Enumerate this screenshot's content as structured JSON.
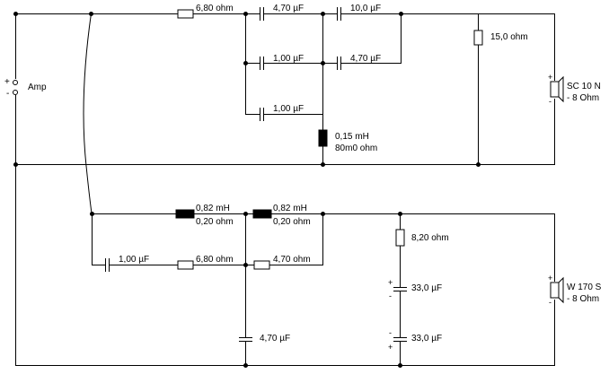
{
  "source": {
    "name": "Amp",
    "plus": "+",
    "minus": "-"
  },
  "tweeter_section": {
    "series_resistor": "6,80 ohm",
    "cap_top_1": "4,70 µF",
    "cap_top_2": "10,0 µF",
    "cap_mid_1": "1,00 µF",
    "cap_mid_2": "4,70 µF",
    "cap_low": "1,00 µF",
    "shunt_resistor": "15,0 ohm",
    "inductor_value": "0,15 mH",
    "inductor_resistance": "80m0 ohm",
    "speaker_name": "SC 10 N",
    "speaker_impedance": "- 8 Ohm"
  },
  "woofer_section": {
    "inductor1_value": "0,82 mH",
    "inductor1_resistance": "0,20 ohm",
    "inductor2_value": "0,82 mH",
    "inductor2_resistance": "0,20 ohm",
    "cap_series": "1,00 µF",
    "resistor_1": "6,80 ohm",
    "resistor_2": "4,70 ohm",
    "cap_shunt": "4,70 µF",
    "notch_resistor": "8,20 ohm",
    "notch_cap_1": "33,0 µF",
    "notch_cap_2": "33,0 µF",
    "polarity_plus": "+",
    "polarity_minus": "-",
    "speaker_name": "W 170 S",
    "speaker_impedance": "- 8 Ohm"
  }
}
